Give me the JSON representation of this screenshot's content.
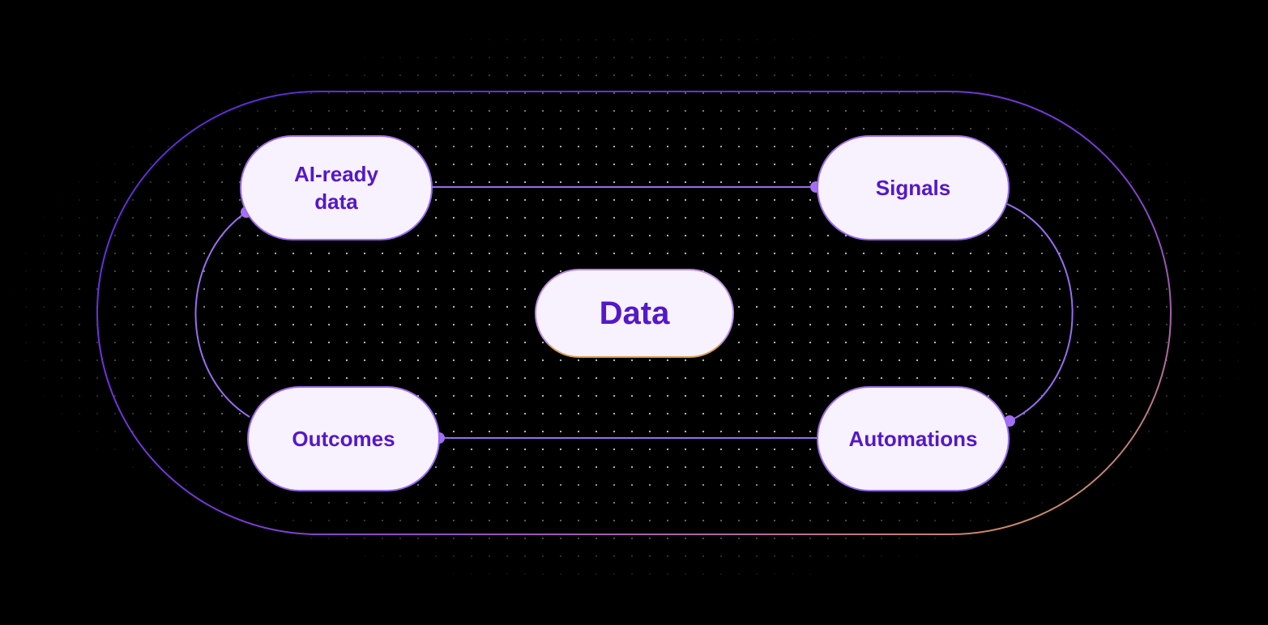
{
  "diagram": {
    "center": "Data",
    "nodes": [
      {
        "label": "AI-ready data"
      },
      {
        "label": "Signals"
      },
      {
        "label": "Automations"
      },
      {
        "label": "Outcomes"
      }
    ]
  },
  "colors": {
    "background": "#000000",
    "node_fill": "#f8f1ff",
    "node_text": "#5418c8",
    "connector": "#9a6cf0",
    "ring_start": "#5a2ad8",
    "ring_end": "#e0a040"
  }
}
